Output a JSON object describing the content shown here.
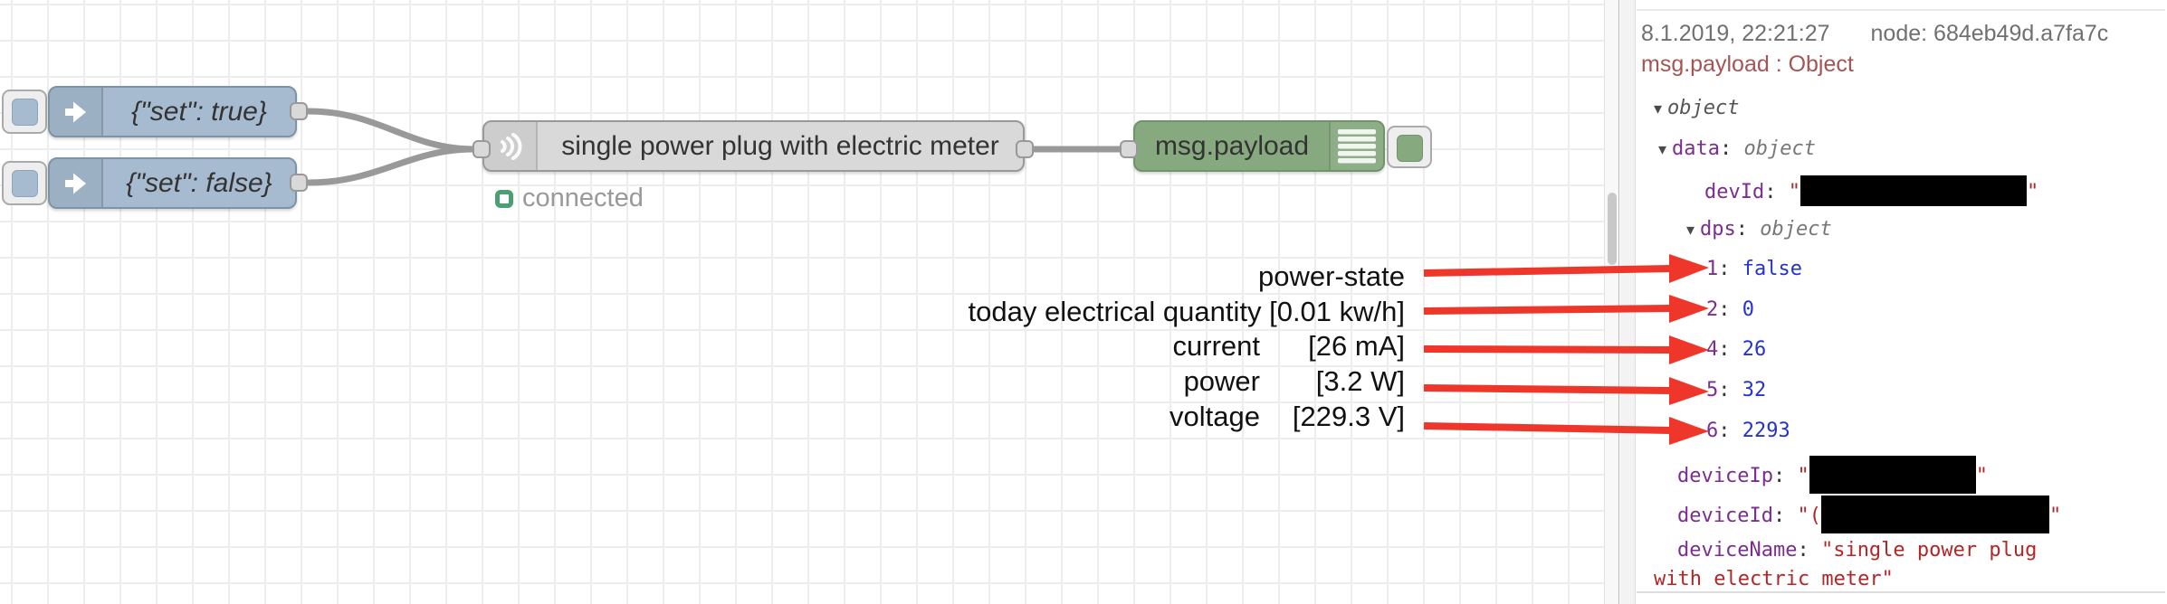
{
  "flow": {
    "inject_true": {
      "label": "{\"set\": true}"
    },
    "inject_false": {
      "label": "{\"set\": false}"
    },
    "device": {
      "label": "single power plug with electric meter",
      "status": "connected"
    },
    "debug": {
      "label": "msg.payload"
    }
  },
  "annotations": {
    "rows": [
      {
        "label": "power-state",
        "value": ""
      },
      {
        "label": "today electrical quantity [0.01 kw/h]",
        "value": ""
      },
      {
        "label": "current",
        "value": "[26 mA]"
      },
      {
        "label": "power",
        "value": "[3.2 W]"
      },
      {
        "label": "voltage",
        "value": "[229.3 V]"
      }
    ]
  },
  "debug_panel": {
    "meta_date": "8.1.2019, 22:21:27",
    "meta_node": "node: 684eb49d.a7fa7c",
    "topic": "msg.payload : Object",
    "tree": {
      "root_type": "object",
      "data_key": "data",
      "data_type": "object",
      "devId_key": "devId",
      "dps_key": "dps",
      "dps_type": "object",
      "dps_items": [
        {
          "key": "1",
          "value": "false"
        },
        {
          "key": "2",
          "value": "0"
        },
        {
          "key": "4",
          "value": "26"
        },
        {
          "key": "5",
          "value": "32"
        },
        {
          "key": "6",
          "value": "2293"
        }
      ],
      "deviceIp_key": "deviceIp",
      "deviceId_key": "deviceId",
      "deviceId_visible_prefix": "\"(",
      "deviceName_key": "deviceName",
      "deviceName_value": "\"single power plug with electric meter\""
    }
  },
  "glyphs": {
    "triangle": "▾"
  },
  "punct": {
    "colon": ": ",
    "quote": "\""
  },
  "colors": {
    "inject_node": "#a6bbcf",
    "device_node": "#d9d9d9",
    "debug_node": "#87a980",
    "wire": "#999999",
    "arrow_red": "#ee372a",
    "status_green": "#4aa070",
    "key_purple": "#7b2d90",
    "value_blue": "#2433cf",
    "string_red": "#b32626",
    "topic_red": "#a65454"
  }
}
